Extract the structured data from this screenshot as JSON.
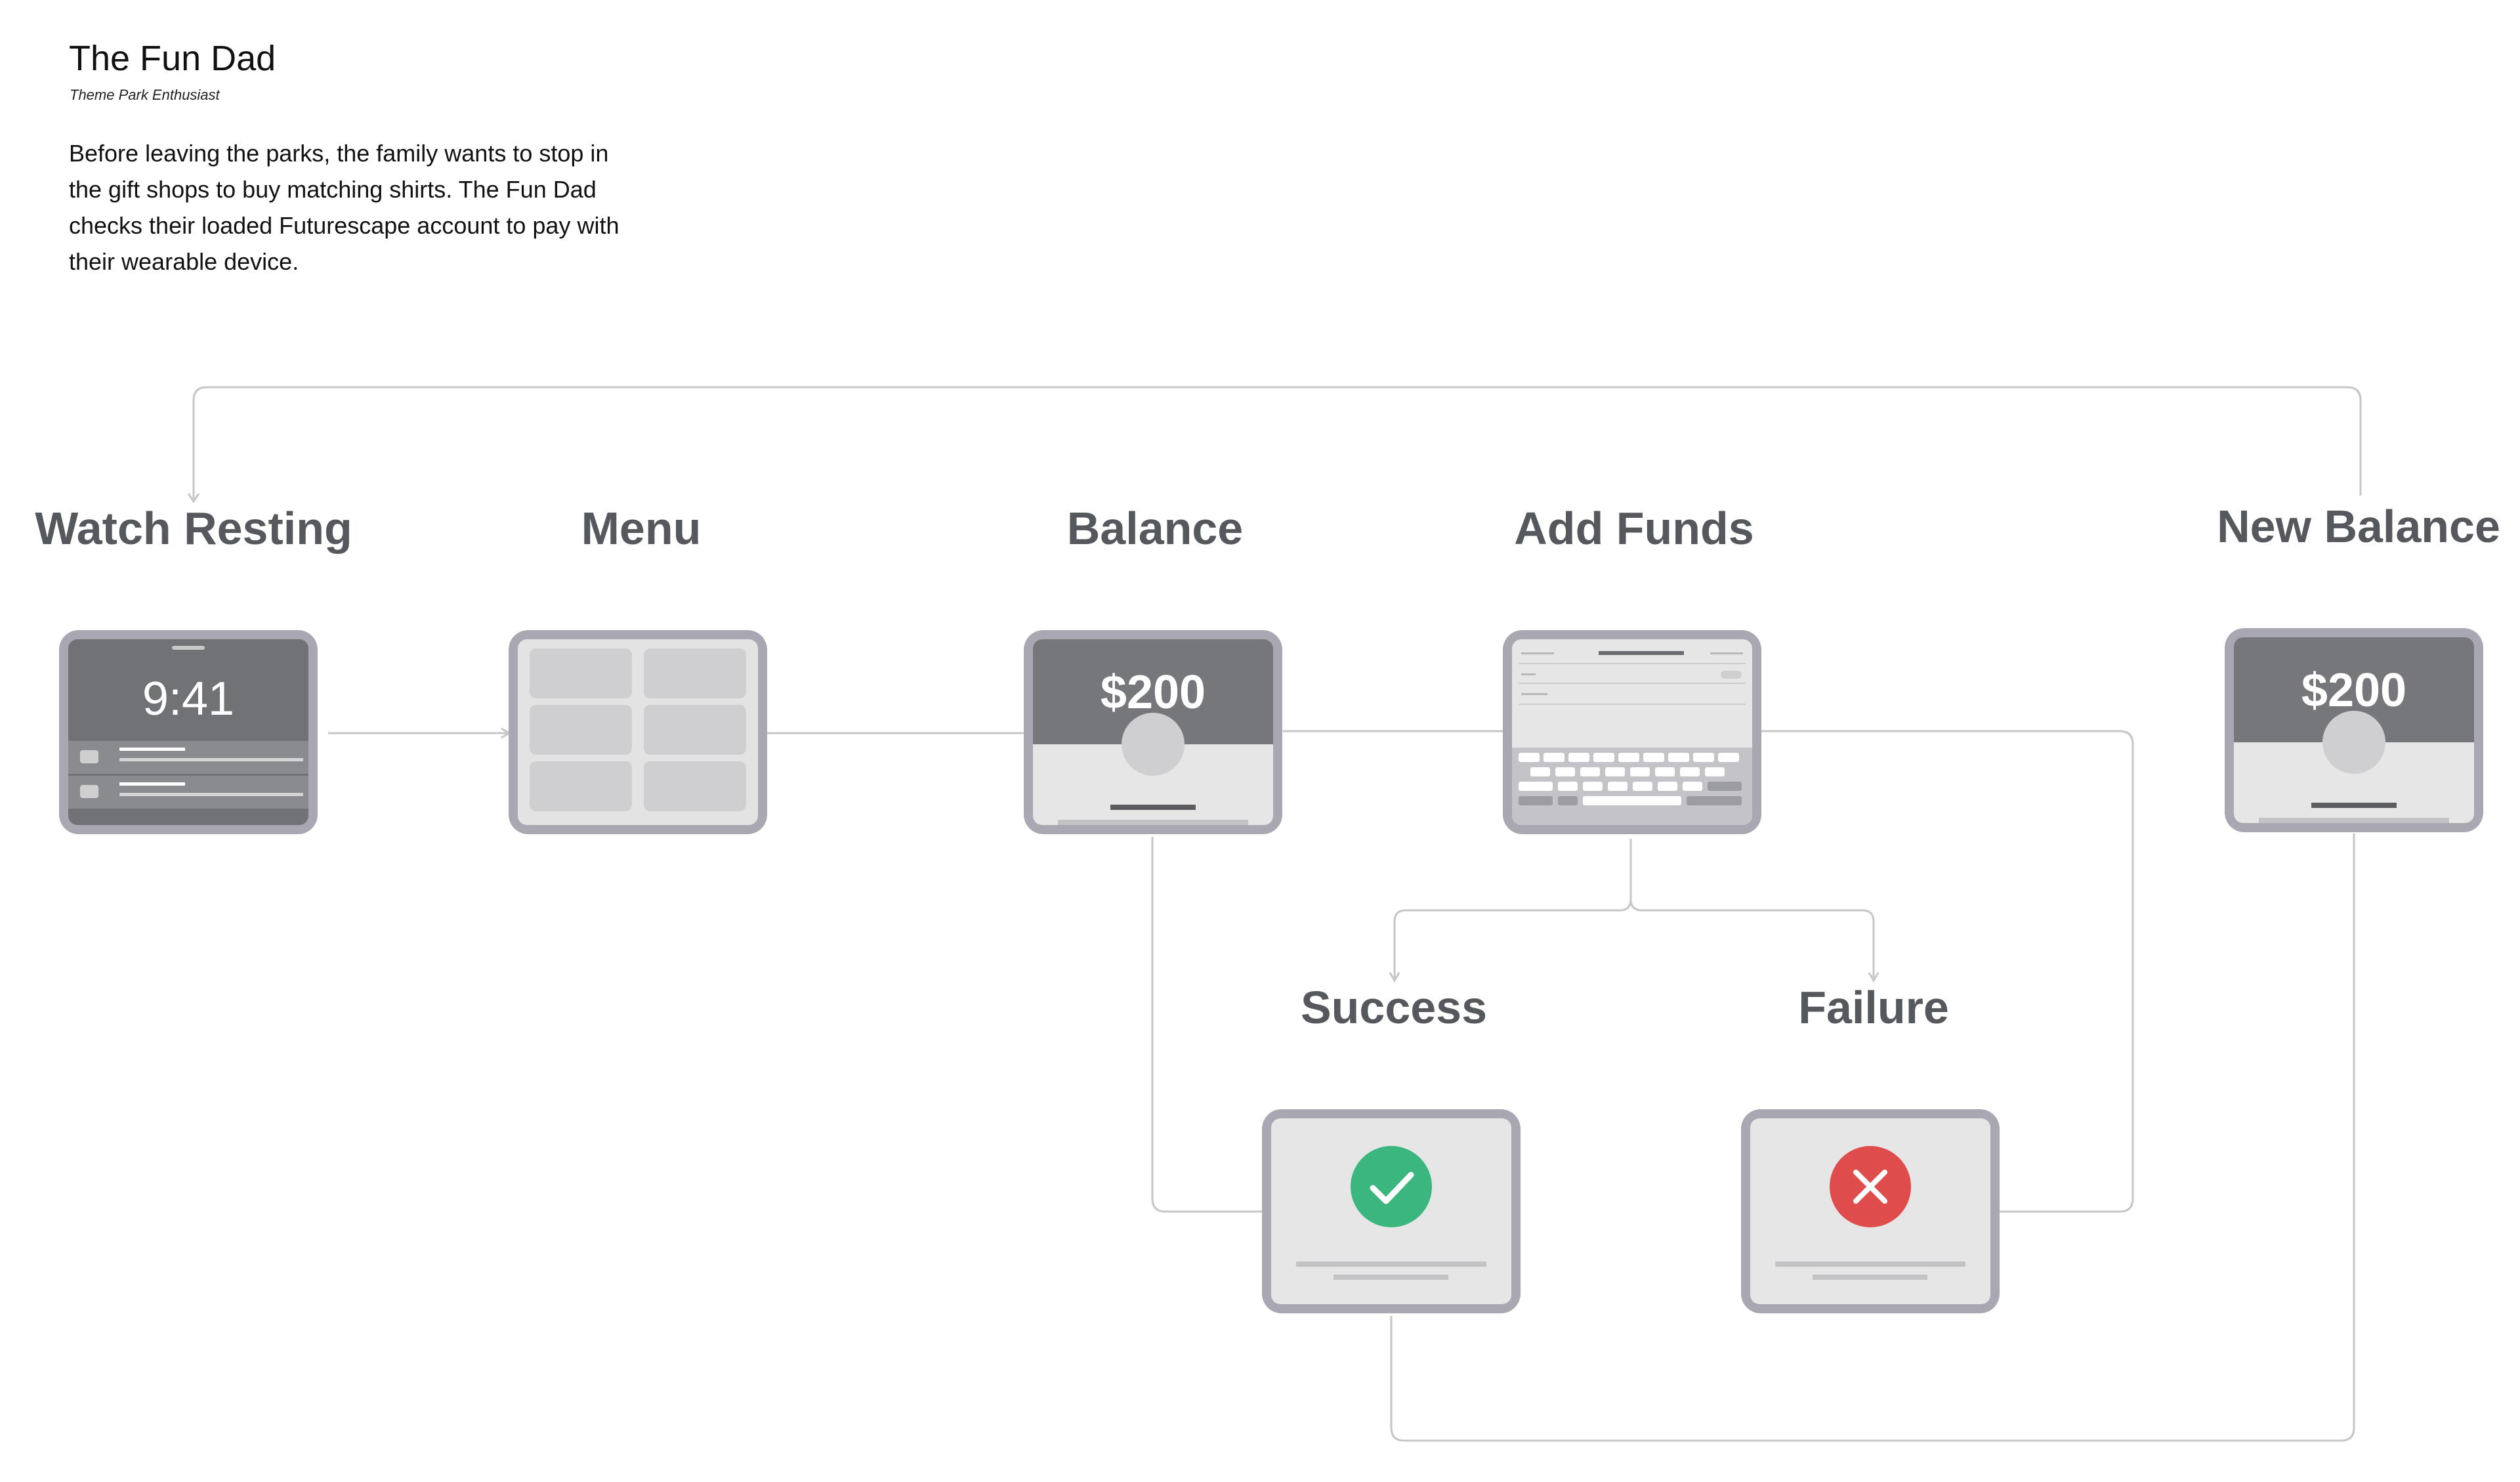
{
  "persona": {
    "name": "The Fun Dad",
    "role": "Theme Park Enthusiast",
    "description": "Before leaving the parks, the family wants to stop in the gift shops to buy matching shirts. The Fun Dad checks their loaded Futurescape account to pay with their wearable device."
  },
  "steps": {
    "watch_resting": {
      "label": "Watch Resting",
      "time": "9:41"
    },
    "menu": {
      "label": "Menu"
    },
    "balance": {
      "label": "Balance",
      "amount": "$200"
    },
    "add_funds": {
      "label": "Add Funds"
    },
    "new_balance": {
      "label": "New Balance",
      "amount": "$200"
    },
    "success": {
      "label": "Success",
      "icon": "check-icon"
    },
    "failure": {
      "label": "Failure",
      "icon": "x-icon"
    }
  },
  "colors": {
    "device_frame": "#a9a7b1",
    "success": "#3cb67f",
    "failure": "#de4c4c",
    "label_text": "#55585c",
    "connector": "#c6c6c6"
  }
}
